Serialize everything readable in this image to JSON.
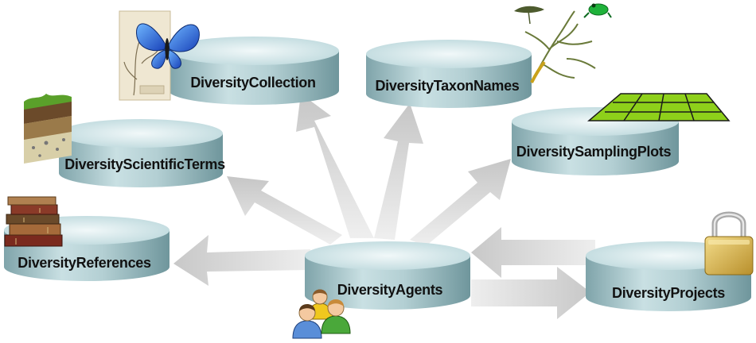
{
  "nodes": {
    "collection": "DiversityCollection",
    "taxon_names": "DiversityTaxonNames",
    "scientific_terms": "DiversityScientificTerms",
    "sampling_plots": "DiversitySamplingPlots",
    "references": "DiversityReferences",
    "agents": "DiversityAgents",
    "projects": "DiversityProjects"
  },
  "icons": {
    "collection": "butterfly-herbarium-icon",
    "taxon_names": "phylogenetic-tree-icon",
    "scientific_terms": "soil-profile-icon",
    "sampling_plots": "grid-plot-icon",
    "references": "book-stack-icon",
    "agents": "users-icon",
    "projects": "padlock-icon"
  },
  "colors": {
    "cylinder_top": "#d4e8ea",
    "cylinder_side": "#a9c9ce",
    "arrow": "#d3d3d3",
    "grid_fill": "#8ed01a"
  }
}
